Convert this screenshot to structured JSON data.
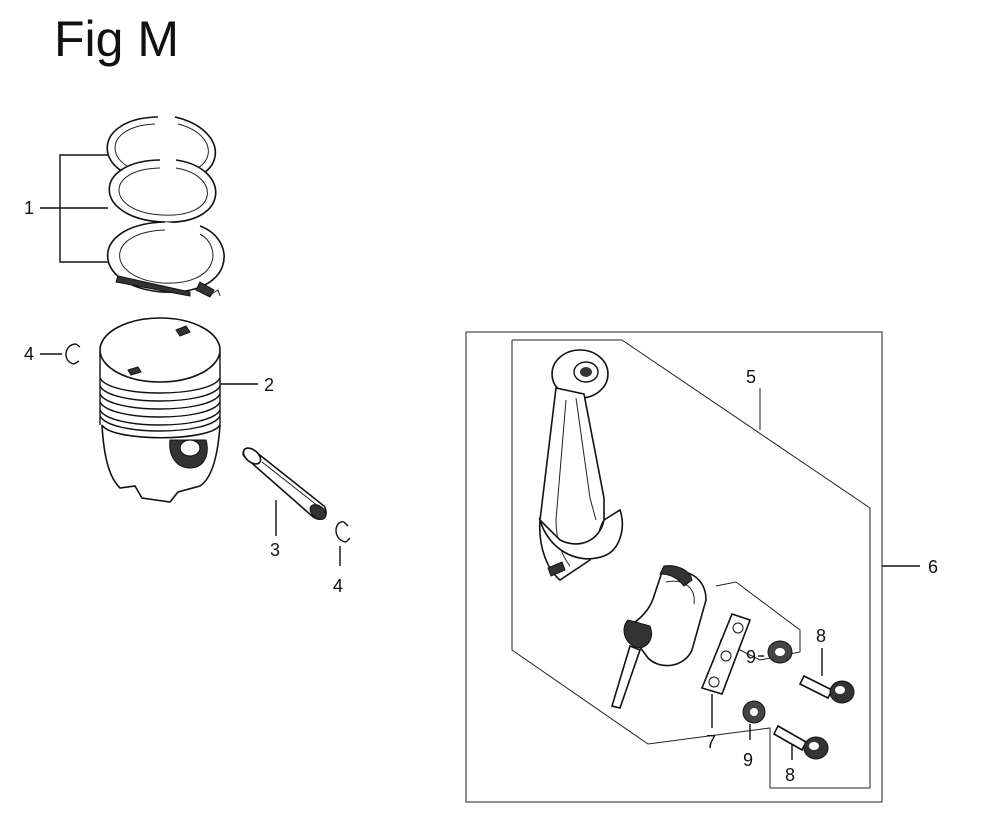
{
  "figure": {
    "title": "Fig M"
  },
  "callouts": {
    "c1": "1",
    "c2": "2",
    "c3": "3",
    "c4a": "4",
    "c4b": "4",
    "c5": "5",
    "c6": "6",
    "c7": "7",
    "c8a": "8",
    "c8b": "8",
    "c9a": "9",
    "c9b": "9"
  }
}
